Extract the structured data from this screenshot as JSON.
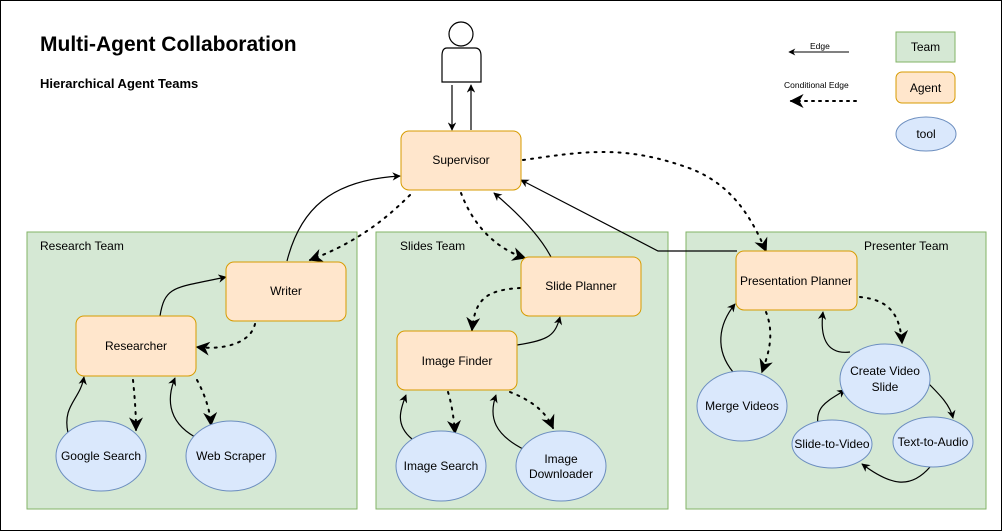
{
  "header": {
    "title": "Multi-Agent Collaboration",
    "subtitle": "Hierarchical Agent Teams"
  },
  "legend": {
    "edge_label": "Edge",
    "conditional_edge_label": "Conditional Edge",
    "team_label": "Team",
    "agent_label": "Agent",
    "tool_label": "tool"
  },
  "teams": {
    "research": "Research Team",
    "slides": "Slides Team",
    "presenter": "Presenter Team"
  },
  "agents": {
    "supervisor": "Supervisor",
    "writer": "Writer",
    "researcher": "Researcher",
    "slide_planner": "Slide Planner",
    "image_finder": "Image Finder",
    "presentation_planner": "Presentation Planner",
    "create_video_slide": [
      "Create Video",
      "Slide"
    ]
  },
  "tools": {
    "google_search": "Google Search",
    "web_scraper": "Web Scraper",
    "image_search": "Image Search",
    "image_downloader": [
      "Image",
      "Downloader"
    ],
    "merge_videos": "Merge Videos",
    "slide_to_video": "Slide-to-Video",
    "text_to_audio": "Text-to-Audio"
  },
  "colors": {
    "team_fill": "#d5e8d4",
    "team_stroke": "#82b366",
    "agent_fill": "#ffe6cc",
    "agent_stroke": "#d79b00",
    "tool_fill": "#dae8fc",
    "tool_stroke": "#6c8ebf",
    "edge": "#000000"
  }
}
